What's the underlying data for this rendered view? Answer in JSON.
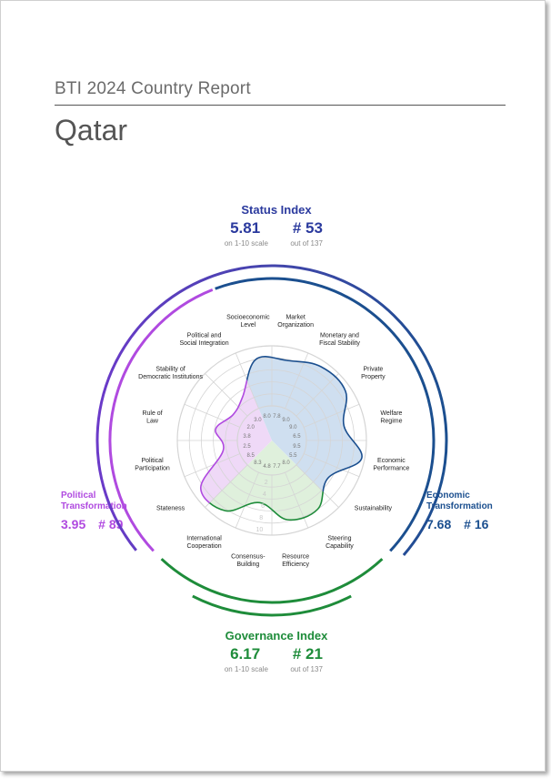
{
  "header": {
    "report_title": "BTI 2024 Country Report",
    "country": "Qatar"
  },
  "status_index": {
    "title": "Status Index",
    "score": "5.81",
    "rank": "# 53",
    "score_note": "on 1-10 scale",
    "rank_note": "out of 137",
    "color": "#2b3a9e"
  },
  "governance_index": {
    "title": "Governance Index",
    "score": "6.17",
    "rank": "# 21",
    "score_note": "on 1-10 scale",
    "rank_note": "out of 137",
    "color": "#1e8c3a"
  },
  "political_transformation": {
    "title_line1": "Political",
    "title_line2": "Transformation",
    "score": "3.95",
    "rank": "# 89",
    "color": "#b04ae0"
  },
  "economic_transformation": {
    "title_line1": "Economic",
    "title_line2": "Transformation",
    "score": "7.68",
    "rank": "# 16",
    "color": "#1b4f8f"
  },
  "chart_data": {
    "type": "radar",
    "scale": [
      0,
      10
    ],
    "scale_labels": [
      "2",
      "4",
      "6",
      "8",
      "10"
    ],
    "axes": [
      {
        "label": "Market Organization",
        "value": 7.8,
        "group": "economic"
      },
      {
        "label": "Monetary and Fiscal Stability",
        "value": 9.0,
        "group": "economic"
      },
      {
        "label": "Private Property",
        "value": 9.0,
        "group": "economic"
      },
      {
        "label": "Welfare Regime",
        "value": 6.5,
        "group": "economic"
      },
      {
        "label": "Economic Performance",
        "value": 9.5,
        "group": "economic"
      },
      {
        "label": "Sustainability",
        "value": 5.5,
        "group": "economic"
      },
      {
        "label": "Steering Capability",
        "value": 8.0,
        "group": "governance"
      },
      {
        "label": "Resource Efficiency",
        "value": 7.7,
        "group": "governance"
      },
      {
        "label": "Consensus-Building",
        "value": 4.8,
        "group": "governance"
      },
      {
        "label": "International Cooperation",
        "value": 8.3,
        "group": "governance"
      },
      {
        "label": "Stateness",
        "value": 8.5,
        "group": "political"
      },
      {
        "label": "Political Participation",
        "value": 2.5,
        "group": "political"
      },
      {
        "label": "Rule of Law",
        "value": 3.8,
        "group": "political"
      },
      {
        "label": "Stability of Democratic Institutions",
        "value": 2.0,
        "group": "political"
      },
      {
        "label": "Political and Social Integration",
        "value": 3.0,
        "group": "political"
      },
      {
        "label": "Socioeconomic Level",
        "value": 8.0,
        "group": "economic"
      }
    ],
    "group_colors": {
      "economic": "#1b4f8f",
      "governance": "#1e8c3a",
      "political": "#b04ae0"
    },
    "fill_colors": {
      "economic": "#cfdff0",
      "governance": "#dff0dc",
      "political": "#efd9f7"
    },
    "status_arc_color": "#2b3a9e"
  }
}
